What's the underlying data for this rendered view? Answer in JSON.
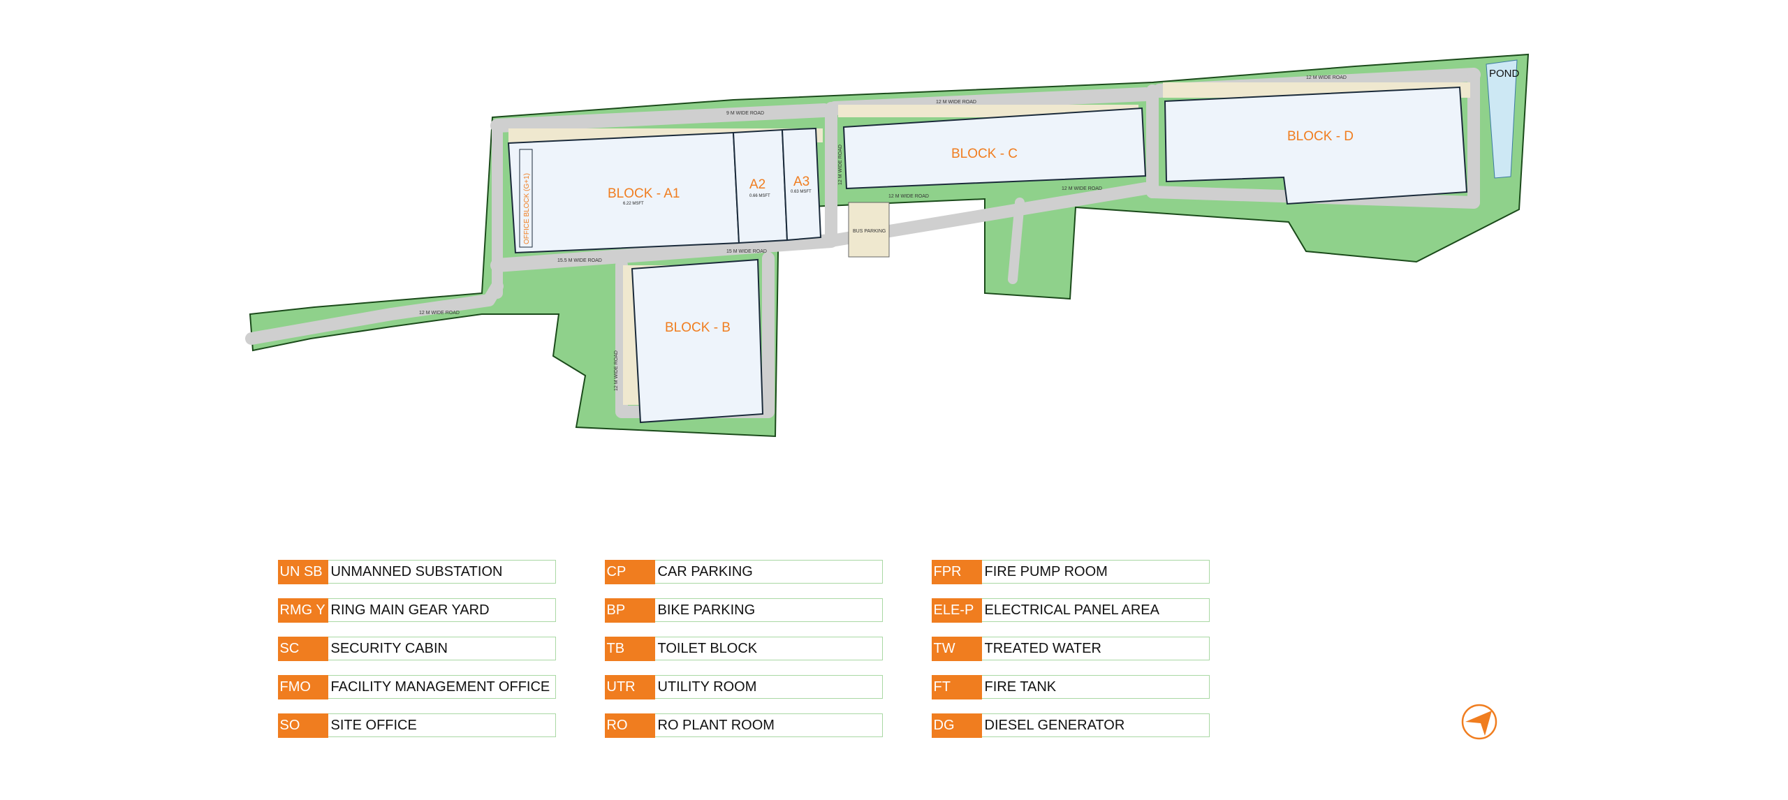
{
  "site_plan": {
    "blocks": [
      {
        "label": "BLOCK - A1",
        "area": "6.22 MSFT"
      },
      {
        "label": "A2",
        "area": "0.66 MSFT"
      },
      {
        "label": "A3",
        "area": "0.63 MSFT"
      },
      {
        "label": "BLOCK - B"
      },
      {
        "label": "BLOCK - C"
      },
      {
        "label": "BLOCK - D"
      }
    ],
    "office_block": "OFFICE BLOCK (G+1)",
    "pond": "POND",
    "bus_parking": "BUS PARKING",
    "roads": {
      "r9": "9 M WIDE ROAD",
      "r12a": "12 M WIDE ROAD",
      "r12b": "12 M WIDE ROAD",
      "r12c": "12 M WIDE ROAD",
      "r12d": "12 M WIDE ROAD",
      "r15": "15 M WIDE ROAD",
      "r155": "15.5 M WIDE ROAD",
      "r12e": "12 M WIDE ROAD",
      "r12f": "12 M WIDE ROAD",
      "r12g": "12 M WIDE ROAD"
    },
    "colors": {
      "green": "#8fd18b",
      "building": "#eef4fb",
      "road": "#cfcfcf",
      "paving": "#efe8cf",
      "water": "#cde8f4",
      "accent": "#f07d1f"
    }
  },
  "legend": {
    "columns": [
      [
        {
          "code": "UN SB",
          "name": "UNMANNED SUBSTATION"
        },
        {
          "code": "RMG Y",
          "name": "RING MAIN GEAR YARD"
        },
        {
          "code": "SC",
          "name": "SECURITY CABIN"
        },
        {
          "code": "FMO",
          "name": "FACILITY MANAGEMENT OFFICE"
        },
        {
          "code": "SO",
          "name": "SITE OFFICE"
        }
      ],
      [
        {
          "code": "CP",
          "name": "CAR PARKING"
        },
        {
          "code": "BP",
          "name": "BIKE PARKING"
        },
        {
          "code": "TB",
          "name": "TOILET BLOCK"
        },
        {
          "code": "UTR",
          "name": "UTILITY ROOM"
        },
        {
          "code": "RO",
          "name": "RO PLANT ROOM"
        }
      ],
      [
        {
          "code": "FPR",
          "name": "FIRE PUMP ROOM"
        },
        {
          "code": "ELE-P",
          "name": "ELECTRICAL PANEL AREA"
        },
        {
          "code": "TW",
          "name": "TREATED WATER"
        },
        {
          "code": "FT",
          "name": "FIRE TANK"
        },
        {
          "code": "DG",
          "name": "DIESEL GENERATOR"
        }
      ]
    ]
  },
  "north_arrow_icon": "compass-arrow-icon"
}
